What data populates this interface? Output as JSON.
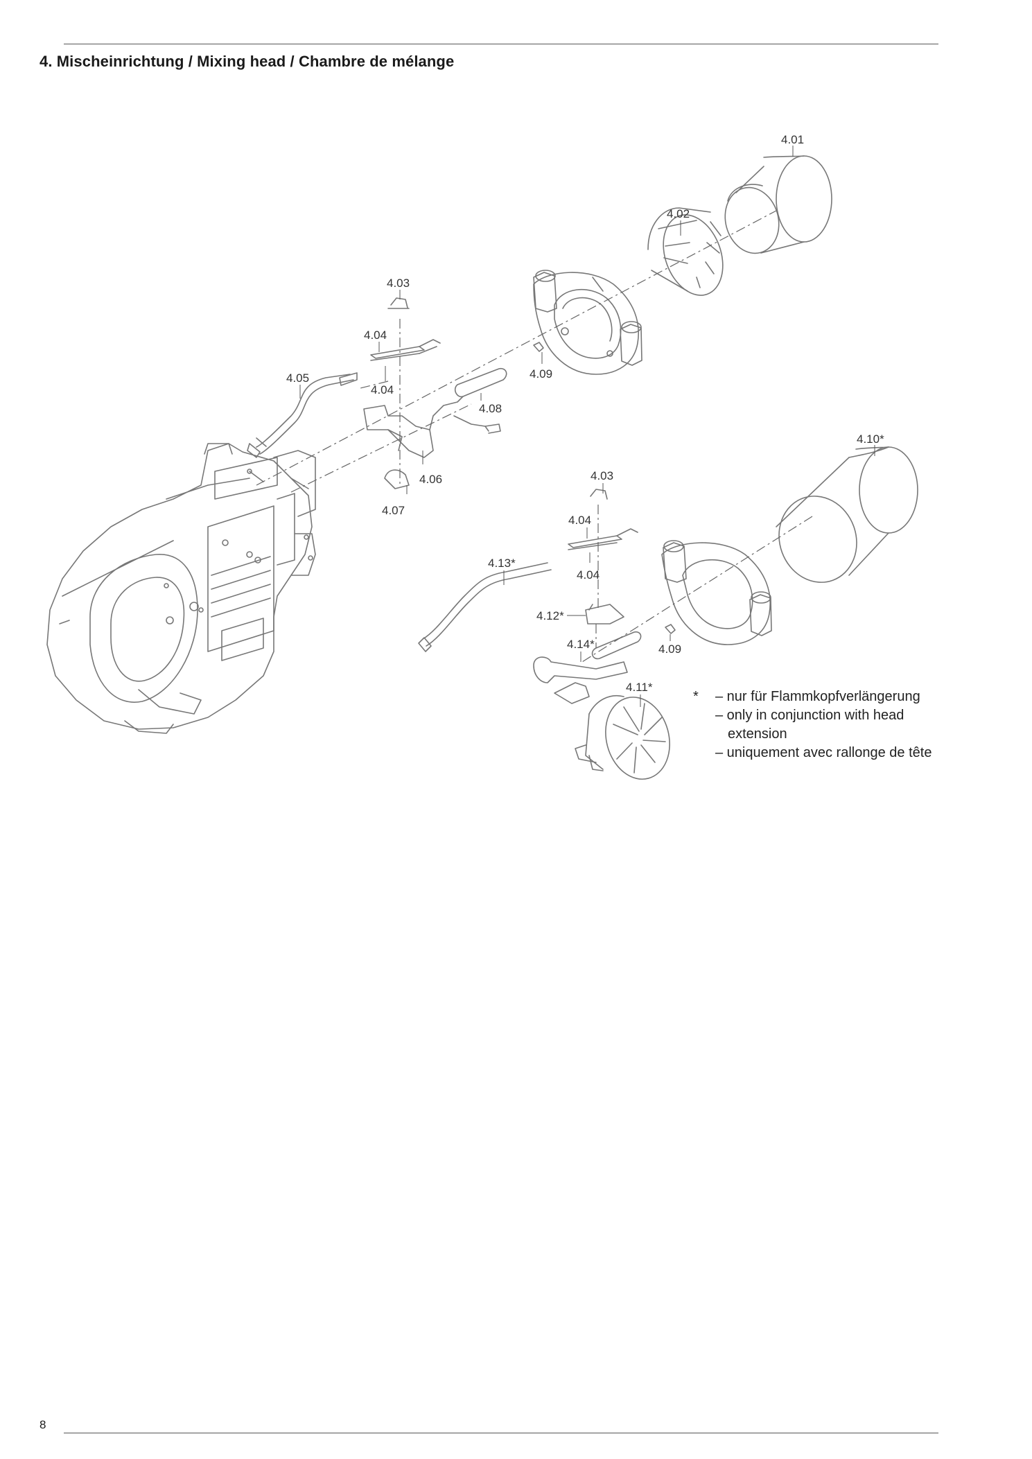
{
  "page": {
    "title": "4. Mischeinrichtung / Mixing head / Chambre de mélange",
    "page_number": "8"
  },
  "parts": {
    "p401": "4.01",
    "p402": "4.02",
    "p403a": "4.03",
    "p404a": "4.04",
    "p404b": "4.04",
    "p405": "4.05",
    "p406": "4.06",
    "p407": "4.07",
    "p408": "4.08",
    "p409a": "4.09",
    "p410": "4.10*",
    "p403b": "4.03",
    "p404c": "4.04",
    "p404d": "4.04",
    "p413": "4.13*",
    "p412": "4.12*",
    "p414": "4.14*",
    "p409b": "4.09",
    "p411": "4.11*"
  },
  "footnote": {
    "star": "*",
    "de": "– nur für Flammkopfverlängerung",
    "en_1": "– only in conjunction with head",
    "en_2": "extension",
    "fr": "– uniquement avec rallonge de tête"
  }
}
